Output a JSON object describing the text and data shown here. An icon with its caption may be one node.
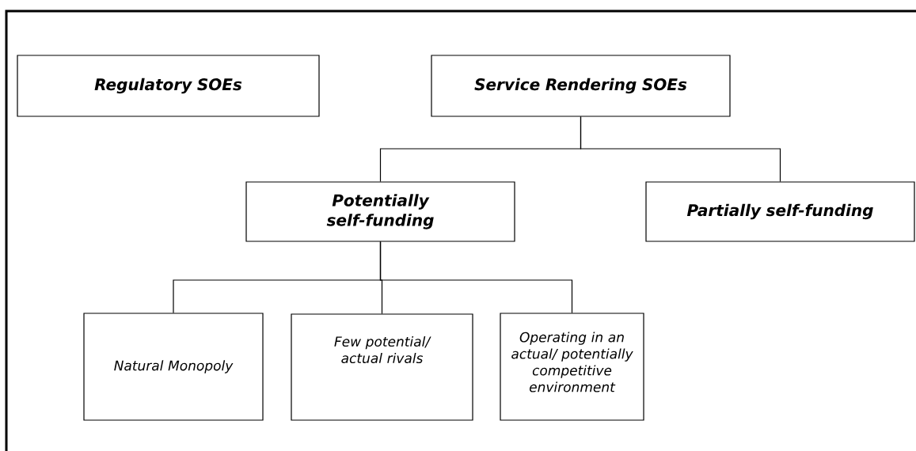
{
  "diagram": {
    "nodes": [
      {
        "text": [
          "Regulatory SOEs"
        ]
      },
      {
        "text": [
          "Service Rendering SOEs"
        ]
      },
      {
        "text": [
          "Potentially self-funding"
        ]
      },
      {
        "text": [
          "Partially self-funding"
        ]
      },
      {
        "text": [
          "Natural Monopoly"
        ]
      },
      {
        "text": [
          "Few potential/ actual rivals"
        ]
      },
      {
        "text": [
          "Operating in an actual/ potentially competitive environment"
        ]
      }
    ],
    "edges": [
      {
        "from": 1,
        "to": 2,
        "arrow": "none"
      },
      {
        "from": 1,
        "to": 3,
        "arrow": "none"
      },
      {
        "from": 2,
        "to": 4,
        "arrow": "none"
      },
      {
        "from": 2,
        "to": 5,
        "arrow": "none"
      },
      {
        "from": 2,
        "to": 6,
        "arrow": "none"
      }
    ]
  }
}
